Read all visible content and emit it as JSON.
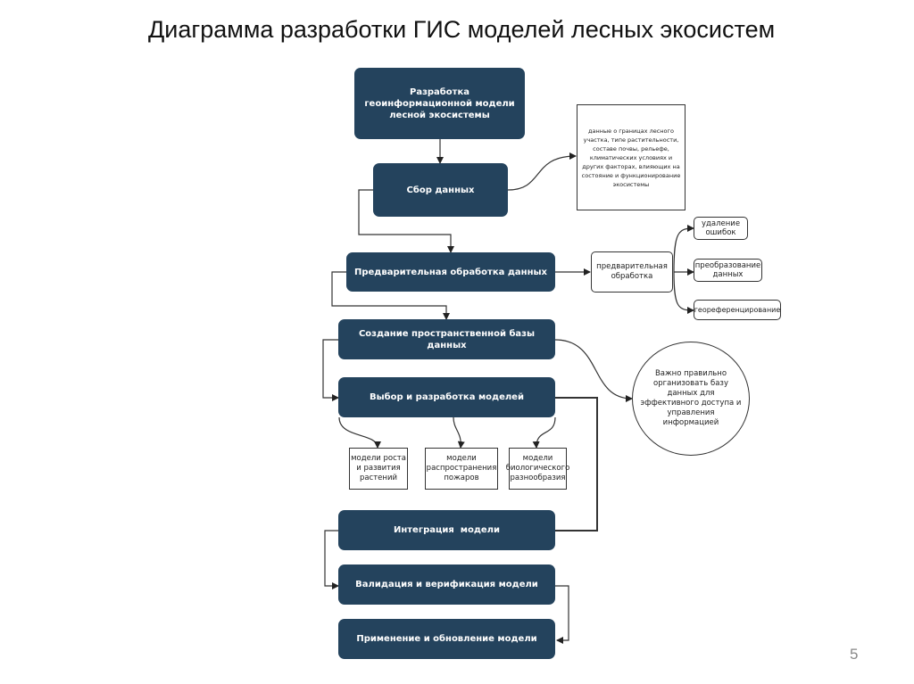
{
  "title": "Диаграмма разработки ГИС моделей лесных экосистем",
  "page_number": "5",
  "colors": {
    "node_fill": "#24435d",
    "node_text": "#ffffff",
    "line": "#333333"
  },
  "main_steps": [
    {
      "id": "develop",
      "label": "Разработка геоинформационной модели лесной экосистемы"
    },
    {
      "id": "collect",
      "label": "Сбор данных"
    },
    {
      "id": "preprocess",
      "label": "Предварительная обработка данных"
    },
    {
      "id": "spatial_db",
      "label": "Создание пространственной базы данных"
    },
    {
      "id": "models",
      "label": "Выбор и разработка моделей"
    },
    {
      "id": "integration",
      "label": "Интеграция  модели"
    },
    {
      "id": "validation",
      "label": "Валидация и верификация модели"
    },
    {
      "id": "application",
      "label": "Применение и обновление модели"
    }
  ],
  "data_note": "данные о границах лесного участка, типе растительности, составе почвы, рельефе, климатических условиях и других факторах, влияющих на состояние и функционирование экосистемы",
  "preprocessing": {
    "label": "предварительная обработка",
    "sub_steps": [
      "удаление ошибок",
      "преобразование данных",
      "геореференцирование"
    ]
  },
  "db_note": "Важно правильно организовать базу данных для эффективного доступа и управления информацией",
  "model_types": [
    "модели роста и развития растений",
    "модели распространения пожаров",
    "модели биологического разнообразия"
  ]
}
